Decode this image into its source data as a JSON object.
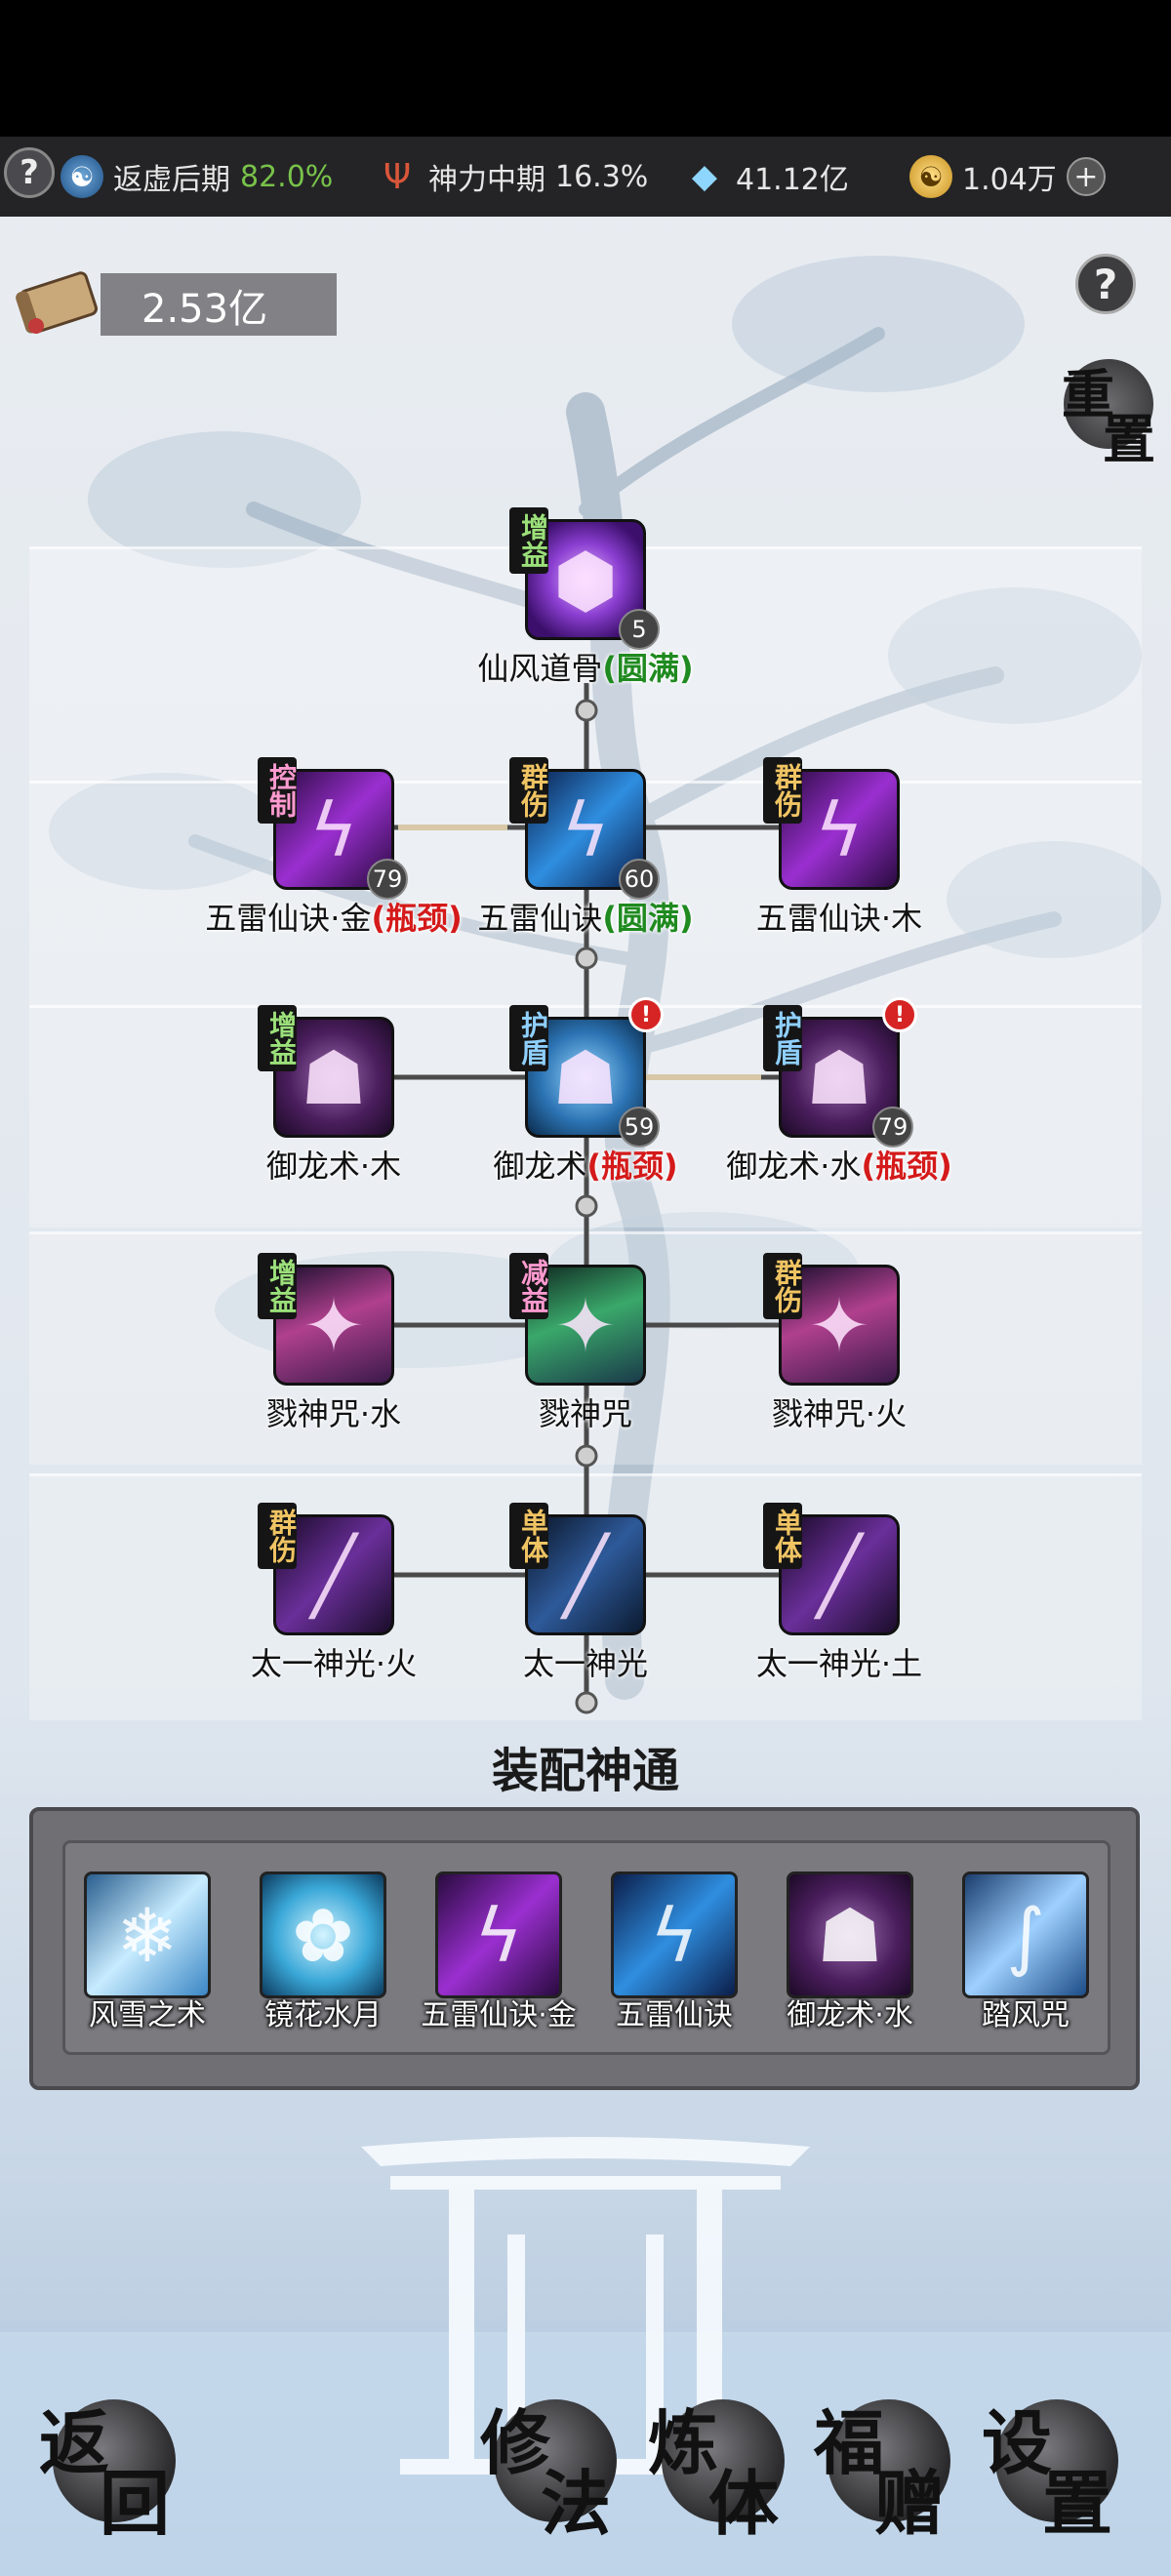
{
  "status_bar": {
    "help": "?",
    "cultivation": {
      "label": "返虚后期",
      "pct": "82.0%"
    },
    "divine": {
      "label": "神力中期",
      "pct": "16.3%"
    },
    "crystal": "41.12亿",
    "coin": "1.04万",
    "plus": "+"
  },
  "scroll_amount": "2.53亿",
  "help_button": "?",
  "reset_button": {
    "c1": "重",
    "c2": "置"
  },
  "tree_nodes": [
    {
      "id": "n1",
      "tag": "增益",
      "tag_color": "green",
      "level": "5",
      "name": "仙风道骨",
      "status": "(圆满)",
      "status_color": "green",
      "icon": "shield-icon",
      "alert": false
    },
    {
      "id": "n2",
      "tag": "控制",
      "tag_color": "pink",
      "level": "79",
      "name": "五雷仙诀·金",
      "status": "(瓶颈)",
      "status_color": "red",
      "icon": "lightning-icon",
      "alert": false
    },
    {
      "id": "n3",
      "tag": "群伤",
      "tag_color": "gold",
      "level": "60",
      "name": "五雷仙诀",
      "status": "(圆满)",
      "status_color": "green",
      "icon": "lightning-icon",
      "alert": false
    },
    {
      "id": "n4",
      "tag": "群伤",
      "tag_color": "gold",
      "level": "",
      "name": "五雷仙诀·木",
      "status": "",
      "status_color": "",
      "icon": "lightning-icon",
      "alert": false
    },
    {
      "id": "n5",
      "tag": "增益",
      "tag_color": "green",
      "level": "",
      "name": "御龙术·木",
      "status": "",
      "status_color": "",
      "icon": "dragon-icon",
      "alert": false
    },
    {
      "id": "n6",
      "tag": "护盾",
      "tag_color": "blue",
      "level": "59",
      "name": "御龙术",
      "status": "(瓶颈)",
      "status_color": "red",
      "icon": "dragon-icon",
      "alert": true
    },
    {
      "id": "n7",
      "tag": "护盾",
      "tag_color": "blue",
      "level": "79",
      "name": "御龙术·水",
      "status": "(瓶颈)",
      "status_color": "red",
      "icon": "dragon-icon",
      "alert": true
    },
    {
      "id": "n8",
      "tag": "增益",
      "tag_color": "green",
      "level": "",
      "name": "戮神咒·水",
      "status": "",
      "status_color": "",
      "icon": "spirit-icon",
      "alert": false
    },
    {
      "id": "n9",
      "tag": "减益",
      "tag_color": "pink",
      "level": "",
      "name": "戮神咒",
      "status": "",
      "status_color": "",
      "icon": "spirit-icon",
      "alert": false
    },
    {
      "id": "n10",
      "tag": "群伤",
      "tag_color": "gold",
      "level": "",
      "name": "戮神咒·火",
      "status": "",
      "status_color": "",
      "icon": "spirit-icon",
      "alert": false
    },
    {
      "id": "n11",
      "tag": "群伤",
      "tag_color": "gold",
      "level": "",
      "name": "太一神光·火",
      "status": "",
      "status_color": "",
      "icon": "beam-icon",
      "alert": false
    },
    {
      "id": "n12",
      "tag": "单体",
      "tag_color": "gold",
      "level": "",
      "name": "太一神光",
      "status": "",
      "status_color": "",
      "icon": "beam-icon",
      "alert": false
    },
    {
      "id": "n13",
      "tag": "单体",
      "tag_color": "gold",
      "level": "",
      "name": "太一神光·土",
      "status": "",
      "status_color": "",
      "icon": "beam-icon",
      "alert": false
    }
  ],
  "equip": {
    "title": "装配神通",
    "slots": [
      {
        "name": "风雪之术",
        "icon": "ice-icon"
      },
      {
        "name": "镜花水月",
        "icon": "lotus-icon"
      },
      {
        "name": "五雷仙诀·金",
        "icon": "lightning-icon"
      },
      {
        "name": "五雷仙诀",
        "icon": "lightning-icon"
      },
      {
        "name": "御龙术·水",
        "icon": "dragon-icon"
      },
      {
        "name": "踏风咒",
        "icon": "wind-icon"
      }
    ]
  },
  "nav": [
    {
      "id": "back",
      "c1": "返",
      "c2": "回"
    },
    {
      "id": "xiufa",
      "c1": "修",
      "c2": "法"
    },
    {
      "id": "lianti",
      "c1": "炼",
      "c2": "体"
    },
    {
      "id": "fuzeng",
      "c1": "福",
      "c2": "赠"
    },
    {
      "id": "settings",
      "c1": "设",
      "c2": "置"
    }
  ],
  "colors": {
    "accent_green": "#78c24a",
    "status_red": "#d41a1a",
    "status_green": "#1f8a1f"
  }
}
